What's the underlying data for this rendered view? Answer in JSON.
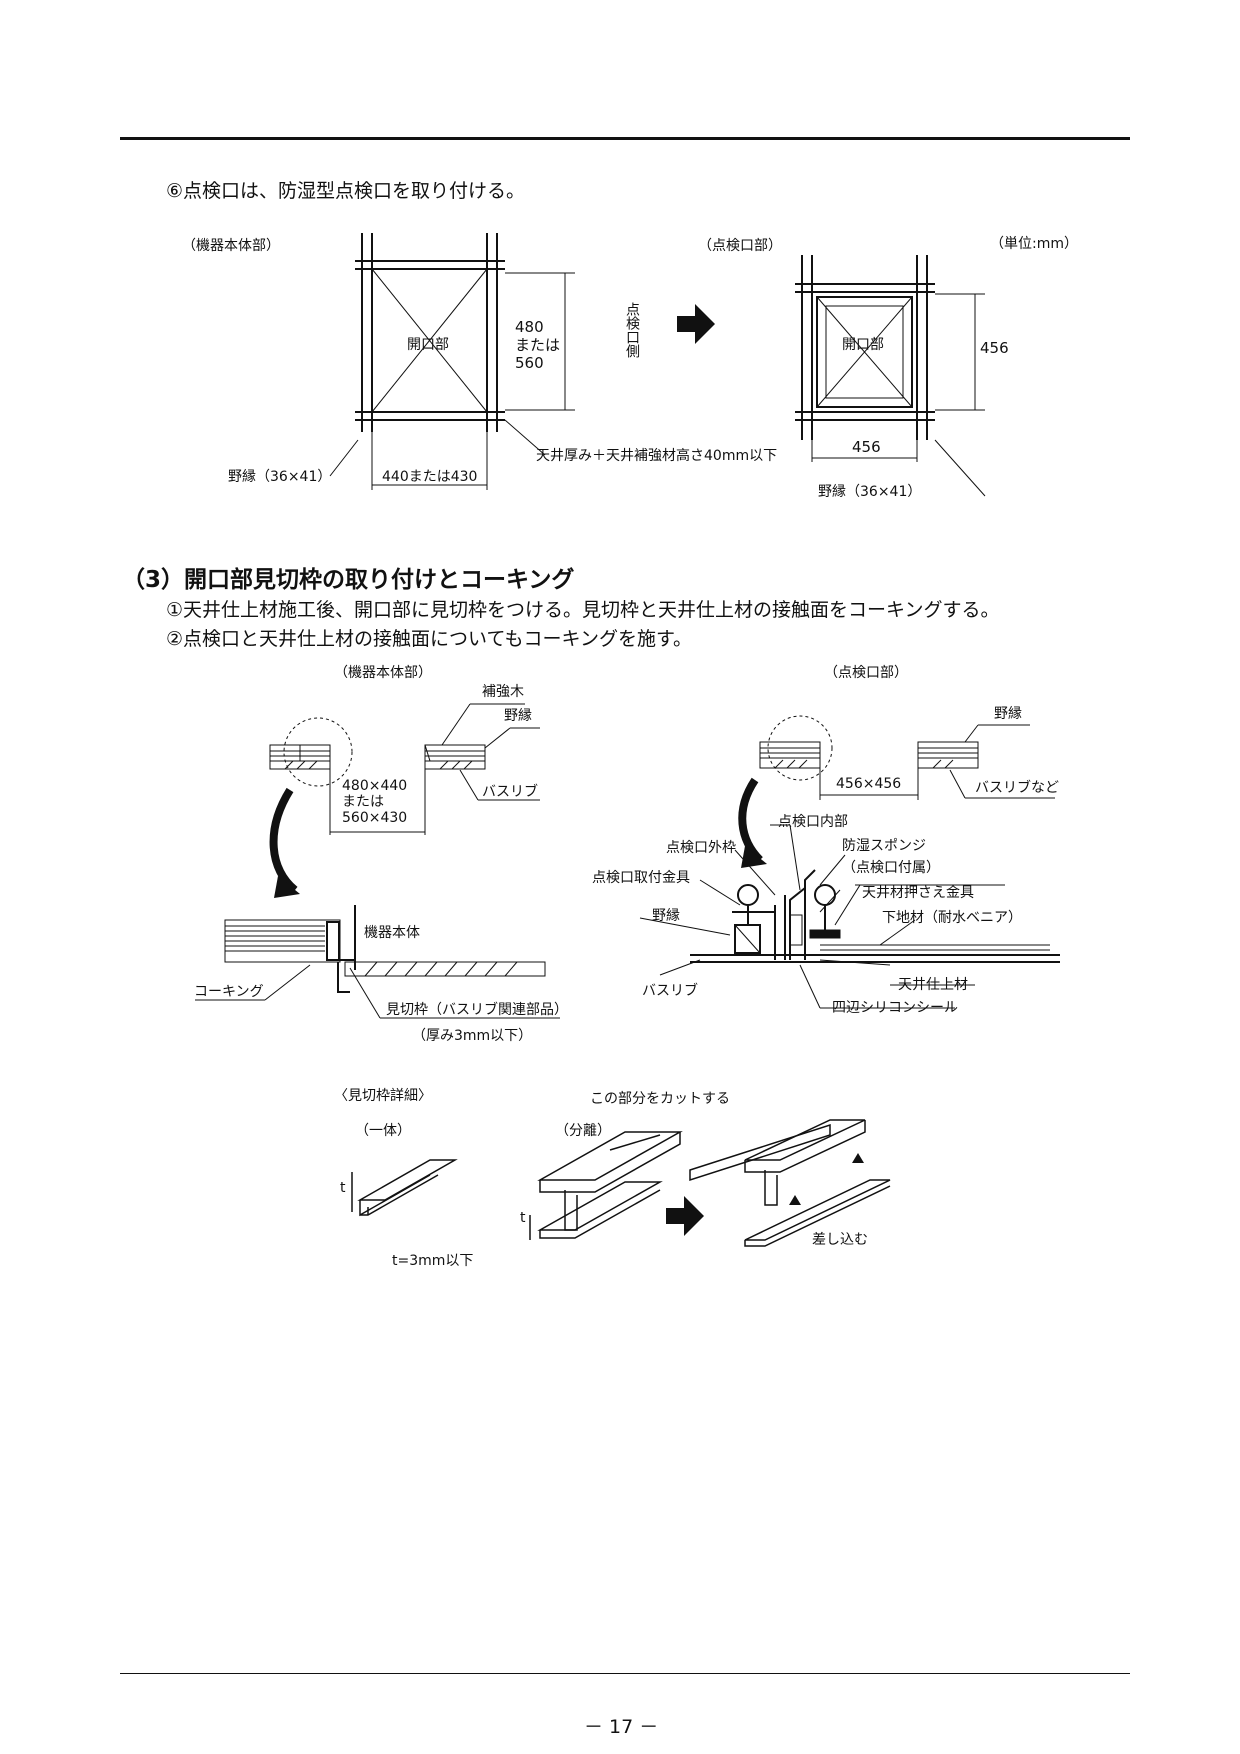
{
  "step6": "⑥点検口は、防湿型点検口を取り付ける。",
  "fig1": {
    "left_caption": "（機器本体部）",
    "right_caption": "（点検口部）",
    "unit": "（単位:mm）",
    "opening": "開口部",
    "dim_h1": "480",
    "dim_h2": "または",
    "dim_h3": "560",
    "side_label": "点検口側",
    "dim_w": "440または430",
    "furring_left": "野縁（36×41）",
    "ceiling_note": "天井厚み＋天井補強材高さ40mm以下",
    "dim_456_h": "456",
    "dim_456_w": "456",
    "furring_right": "野縁（36×41）"
  },
  "section3": {
    "heading": "（3）開口部見切枠の取り付けとコーキング",
    "item1": "①天井仕上材施工後、開口部に見切枠をつける。見切枠と天井仕上材の接触面をコーキングする。",
    "item2": "②点検口と天井仕上材の接触面についてもコーキングを施す。"
  },
  "fig2": {
    "left_caption": "（機器本体部）",
    "right_caption": "（点検口部）",
    "reinforce": "補強木",
    "furring": "野縁",
    "lath": "バスリブ",
    "dim1": "480×440",
    "dim2": "または",
    "dim3": "560×430",
    "body": "機器本体",
    "caulking": "コーキング",
    "trim": "見切枠（バスリブ関連部品）",
    "trim_thk": "（厚み3mm以下）",
    "r_furring": "野縁",
    "r_lath_etc": "バスリブなど",
    "r_dim": "456×456",
    "inner": "点検口内部",
    "outer": "点検口外枠",
    "sponge": "防湿スポンジ",
    "sponge_note": "（点検口付属）",
    "bracket": "点検口取付金具",
    "holddown": "天井材押さえ金具",
    "r_furring2": "野縁",
    "substrate": "下地材（耐水ベニア）",
    "r_lath": "バスリブ",
    "finish": "天井仕上材",
    "seal": "四辺シリコンシール"
  },
  "fig3": {
    "caption": "〈見切枠詳細〉",
    "one_piece": "（一体）",
    "separate": "（分離）",
    "cut_note": "この部分をカットする",
    "t1": "t",
    "t2": "t",
    "t_note": "t=3mm以下",
    "insert": "差し込む"
  },
  "page_number": "－ 17 －"
}
